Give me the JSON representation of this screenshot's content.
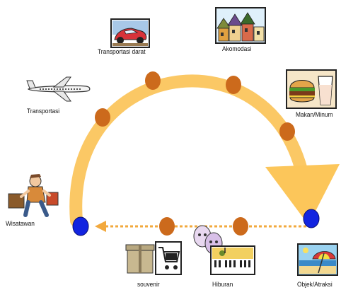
{
  "labels": {
    "transport": "Transportasi",
    "land_transport": "Transportasi darat",
    "accommodation": "Akomodasi",
    "food": "Makan/Minum",
    "tourist": "Wisatawan",
    "souvenir": "souvenir",
    "entertainment": "Hiburan",
    "attraction": "Objek/Atraksi"
  },
  "colors": {
    "arc": "#fbc865",
    "arrow_head": "#fcc65a",
    "stop_node": "#cc6a1c",
    "endpoint_node": "#1224e0",
    "return_line": "#f2a93e"
  },
  "icons": {
    "transport": "airplane-icon",
    "land_transport": "car-icon",
    "accommodation": "houses-icon",
    "food": "burger-drink-icon",
    "tourist": "traveler-icon",
    "souvenir": "gift-cart-icon",
    "entertainment": "theater-music-icon",
    "attraction": "beach-icon"
  }
}
